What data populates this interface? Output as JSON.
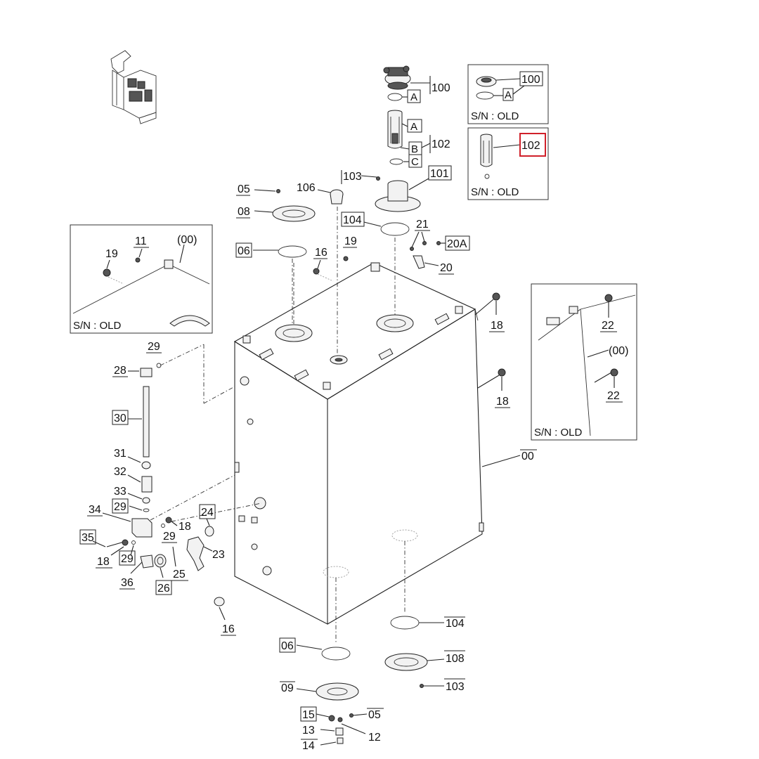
{
  "colors": {
    "highlight": "#d0202a",
    "line": "#222222",
    "background": "#ffffff"
  },
  "icons": {
    "overview": "machine-overview-icon"
  },
  "callouts": {
    "c100_top": "100",
    "cA_top": "A",
    "cA_102": "A",
    "c102": "102",
    "cB": "B",
    "cC": "C",
    "c101": "101",
    "c103_top": "103",
    "c106": "106",
    "c05_top": "05",
    "c08": "08",
    "c104_top": "104",
    "c21": "21",
    "c20A": "20A",
    "c20": "20",
    "c06_top": "06",
    "c16_top": "16",
    "c19_mid": "19",
    "c18_a": "18",
    "c18_b": "18",
    "c00": "00",
    "c29_a": "29",
    "c28": "28",
    "c30": "30",
    "c31": "31",
    "c32": "32",
    "c33": "33",
    "c29_b": "29",
    "c34": "34",
    "c18_c": "18",
    "c29_c": "29",
    "c24": "24",
    "c35": "35",
    "c18_d": "18",
    "c29_d": "29",
    "c23": "23",
    "c25": "25",
    "c36": "36",
    "c26": "26",
    "c16_bot": "16",
    "c06_bot": "06",
    "c104_bot": "104",
    "c108": "108",
    "c103_bot": "103",
    "c09": "09",
    "c15": "15",
    "c05_bot": "05",
    "c13": "13",
    "c12": "12",
    "c14": "14"
  },
  "insets": {
    "inset100": {
      "callout": "100",
      "letter": "A",
      "note": "S/N : OLD"
    },
    "inset102": {
      "callout": "102",
      "note": "S/N : OLD"
    },
    "insetLeft": {
      "c19": "19",
      "c11": "11",
      "c00": "(00)",
      "note": "S/N : OLD"
    },
    "insetRight": {
      "c22a": "22",
      "c00": "(00)",
      "c22b": "22",
      "note": "S/N : OLD"
    }
  }
}
